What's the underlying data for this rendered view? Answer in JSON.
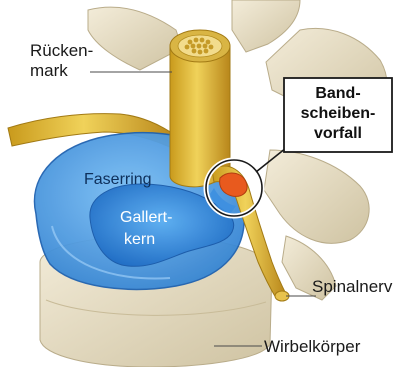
{
  "labels": {
    "spinal_cord_line1": "Rücken-",
    "spinal_cord_line2": "mark",
    "fibrous_ring": "Faserring",
    "nucleus_line1": "Gallert-",
    "nucleus_line2": "kern",
    "herniation_line1": "Band-",
    "herniation_line2": "scheiben-",
    "herniation_line3": "vorfall",
    "spinal_nerve": "Spinalnerv",
    "vertebral_body": "Wirbelkörper"
  },
  "colors": {
    "bone": "#e6ddc3",
    "nerve": "#e0b93a",
    "disc": "#4a9de8",
    "nucleus": "#2f7fd8",
    "herniation": "#e85a1e"
  }
}
